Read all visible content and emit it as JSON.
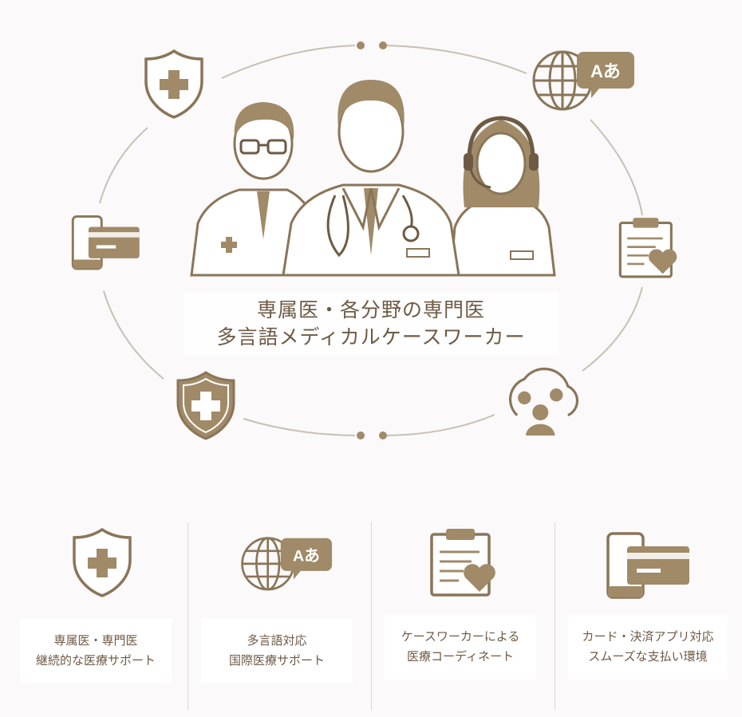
{
  "colors": {
    "accent": "#a08a68",
    "outline": "#8a7558",
    "text": "#6e5a44",
    "background": "#fbf9fa"
  },
  "center": {
    "title_line1": "専属医・各分野の専門医",
    "title_line2": "多言語メディカルケースワーカー"
  },
  "ring_icons": [
    "shield-plus-icon",
    "globe-translate-icon",
    "phone-card-icon",
    "clipboard-heart-icon",
    "shield-plus-icon",
    "support-people-icon"
  ],
  "features": [
    {
      "icon": "shield-plus-icon",
      "line1": "専属医・専門医",
      "line2": "継続的な医療サポート"
    },
    {
      "icon": "globe-translate-icon",
      "line1": "多言語対応",
      "line2": "国際医療サポート",
      "badge": "Aあ"
    },
    {
      "icon": "clipboard-heart-icon",
      "line1": "ケースワーカーによる",
      "line2": "医療コーディネート"
    },
    {
      "icon": "phone-card-icon",
      "line1": "カード・決済アプリ対応",
      "line2": "スムーズな支払い環境"
    }
  ],
  "translate_badge": "Aあ"
}
